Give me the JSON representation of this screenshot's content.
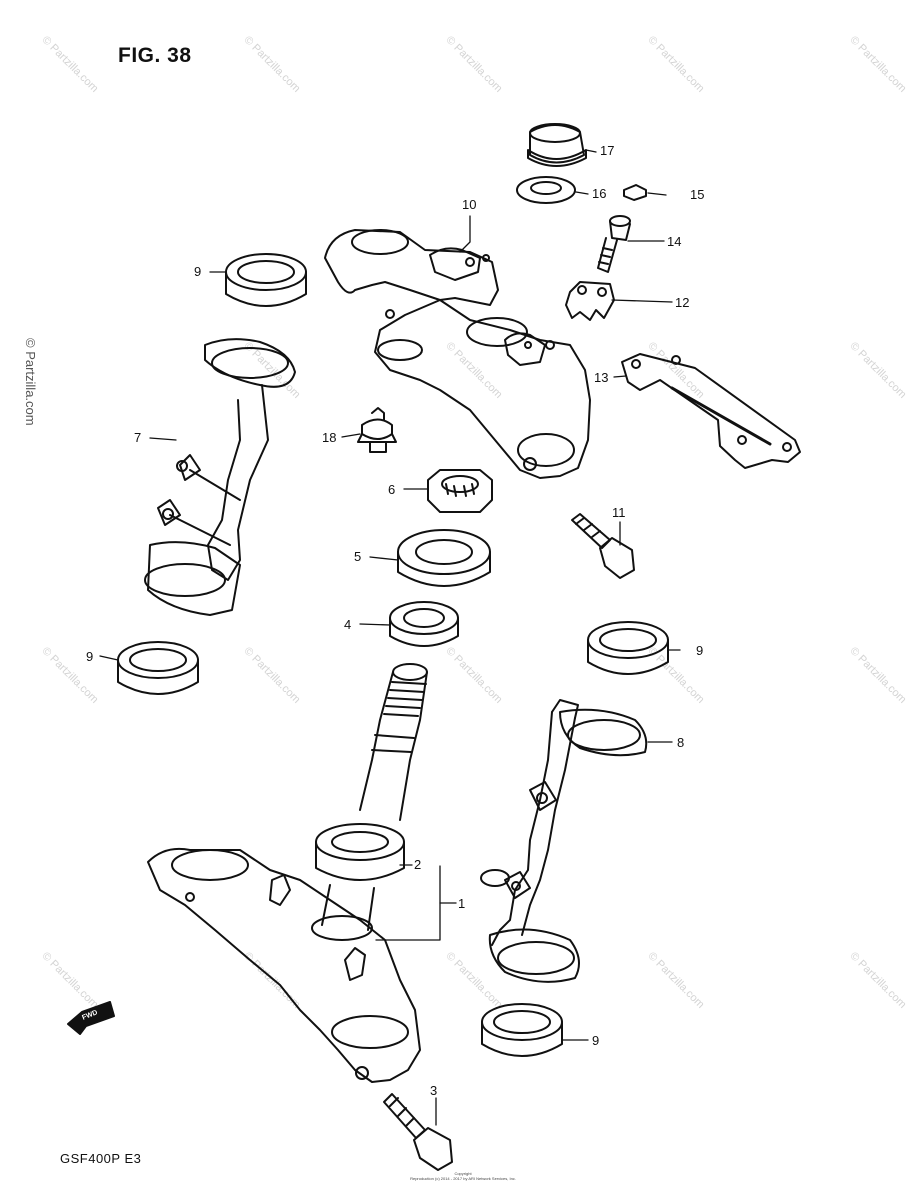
{
  "figure": {
    "title": "FIG. 38",
    "model_code": "GSF400P  E3",
    "copyright_line1": "Copyright",
    "copyright_line2": "Reproduction (c) 2014 - 2017 by ARI Network Services, Inc.",
    "watermark": "© Partzilla.com",
    "fwd_label": "FWD"
  },
  "callouts": [
    {
      "id": "1",
      "label": "1"
    },
    {
      "id": "2",
      "label": "2"
    },
    {
      "id": "3",
      "label": "3"
    },
    {
      "id": "4",
      "label": "4"
    },
    {
      "id": "5",
      "label": "5"
    },
    {
      "id": "6",
      "label": "6"
    },
    {
      "id": "7",
      "label": "7"
    },
    {
      "id": "8",
      "label": "8"
    },
    {
      "id": "9a",
      "label": "9"
    },
    {
      "id": "9b",
      "label": "9"
    },
    {
      "id": "9c",
      "label": "9"
    },
    {
      "id": "9d",
      "label": "9"
    },
    {
      "id": "10",
      "label": "10"
    },
    {
      "id": "11",
      "label": "11"
    },
    {
      "id": "12",
      "label": "12"
    },
    {
      "id": "13",
      "label": "13"
    },
    {
      "id": "14",
      "label": "14"
    },
    {
      "id": "15",
      "label": "15"
    },
    {
      "id": "16",
      "label": "16"
    },
    {
      "id": "17",
      "label": "17"
    },
    {
      "id": "18",
      "label": "18"
    }
  ],
  "colors": {
    "line": "#111111",
    "watermark": "#d4d4d4"
  }
}
